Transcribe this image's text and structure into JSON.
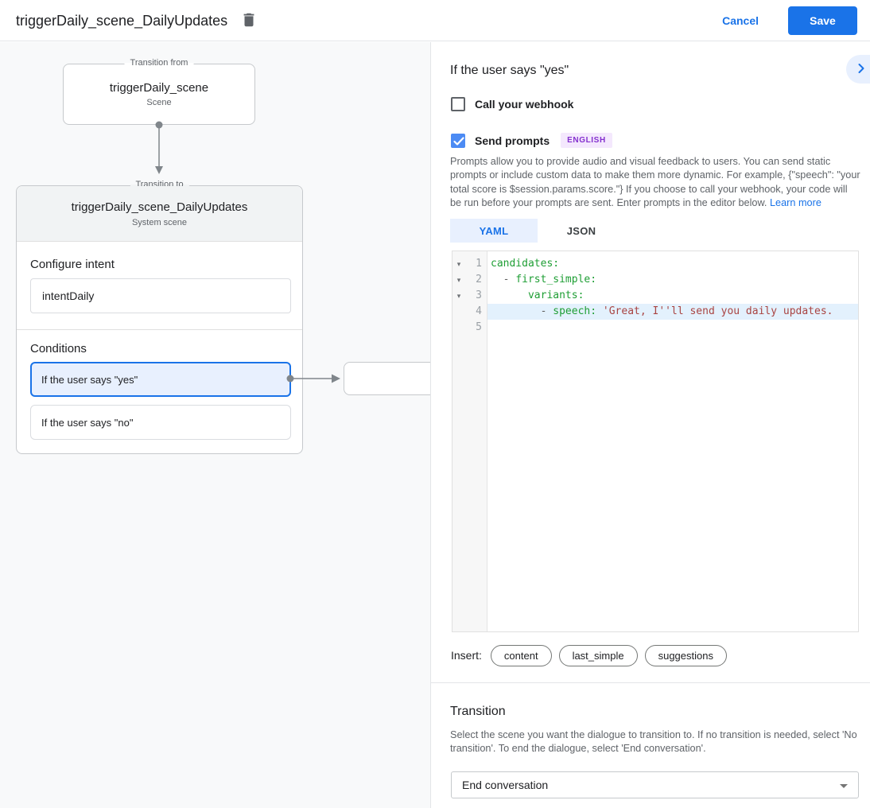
{
  "topbar": {
    "title": "triggerDaily_scene_DailyUpdates",
    "cancel_label": "Cancel",
    "save_label": "Save"
  },
  "colors": {
    "accent_blue": "#1a73e8",
    "selected_condition_bg": "#e8f0fe",
    "checkbox_checked_blue": "#4c8bf4",
    "badge_purple_text": "#8430ce",
    "badge_purple_bg": "#f4e8fd",
    "code_key_green": "#1e9e34",
    "code_string_red": "#a94442",
    "active_line_bg": "#e3f1fd",
    "canvas_bg": "#f8f9fa"
  },
  "canvas": {
    "from_node": {
      "legend": "Transition from",
      "title": "triggerDaily_scene",
      "subtitle": "Scene"
    },
    "to_node": {
      "legend": "Transition to",
      "title": "triggerDaily_scene_DailyUpdates",
      "subtitle": "System scene",
      "intent_section_label": "Configure intent",
      "intent_value": "intentDaily",
      "conditions_label": "Conditions",
      "conditions": [
        {
          "label": "If the user says \"yes\"",
          "selected": true
        },
        {
          "label": "If the user says \"no\"",
          "selected": false
        }
      ]
    }
  },
  "detail": {
    "heading": "If the user says \"yes\"",
    "webhook_label": "Call your webhook",
    "webhook_checked": false,
    "prompts_label": "Send prompts",
    "prompts_checked": true,
    "language_badge": "ENGLISH",
    "description": "Prompts allow you to provide audio and visual feedback to users. You can send static prompts or include custom data to make them more dynamic. For example, {\"speech\": \"your total score is $session.params.score.\"} If you choose to call your webhook, your code will be run before your prompts are sent. Enter prompts in the editor below. ",
    "learn_more_label": "Learn more",
    "tabs": [
      {
        "label": "YAML",
        "active": true
      },
      {
        "label": "JSON",
        "active": false
      }
    ],
    "editor": {
      "lines": [
        {
          "number": 1,
          "fold": true,
          "active": false,
          "segments": [
            {
              "type": "key",
              "text": "candidates:"
            }
          ]
        },
        {
          "number": 2,
          "fold": true,
          "active": false,
          "segments": [
            {
              "type": "plain",
              "text": "  "
            },
            {
              "type": "dash",
              "text": "- "
            },
            {
              "type": "key",
              "text": "first_simple:"
            }
          ]
        },
        {
          "number": 3,
          "fold": true,
          "active": false,
          "segments": [
            {
              "type": "plain",
              "text": "      "
            },
            {
              "type": "key",
              "text": "variants:"
            }
          ]
        },
        {
          "number": 4,
          "fold": false,
          "active": true,
          "segments": [
            {
              "type": "plain",
              "text": "        "
            },
            {
              "type": "dash",
              "text": "- "
            },
            {
              "type": "key",
              "text": "speech:"
            },
            {
              "type": "plain",
              "text": " "
            },
            {
              "type": "str",
              "text": "'Great, I''ll send you daily updates."
            }
          ]
        },
        {
          "number": 5,
          "fold": false,
          "active": false,
          "segments": []
        }
      ]
    },
    "insert_label": "Insert:",
    "insert_chips": [
      "content",
      "last_simple",
      "suggestions"
    ],
    "transition": {
      "heading": "Transition",
      "description": "Select the scene you want the dialogue to transition to. If no transition is needed, select 'No transition'. To end the dialogue, select 'End conversation'.",
      "dropdown_value": "End conversation"
    }
  }
}
